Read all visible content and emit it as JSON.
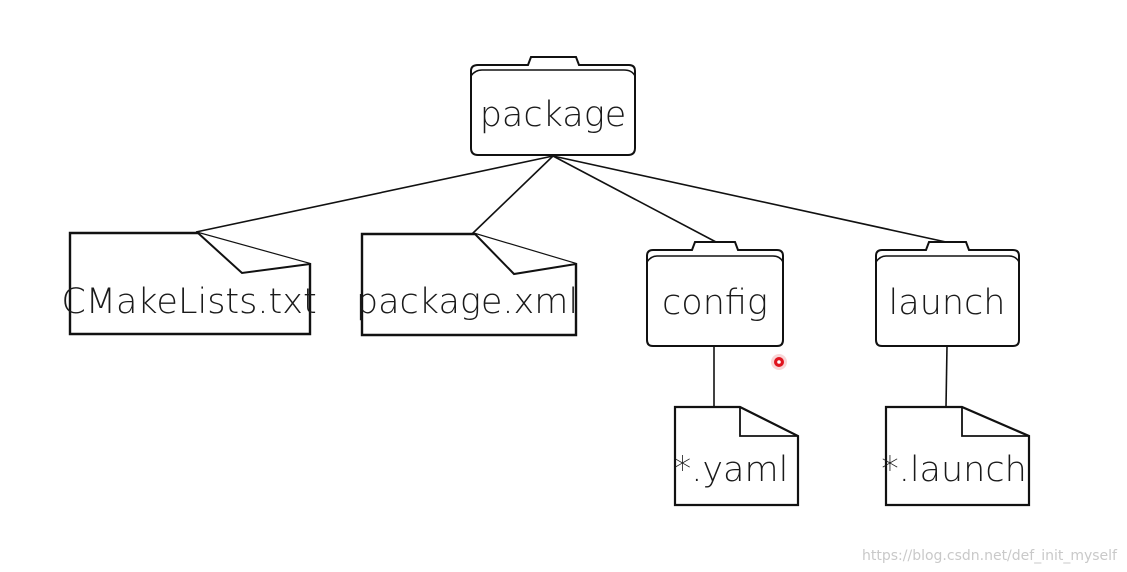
{
  "diagram": {
    "root": {
      "label": "package",
      "kind": "folder"
    },
    "children": [
      {
        "label": "CMakeLists.txt",
        "kind": "file"
      },
      {
        "label": "package.xml",
        "kind": "file"
      },
      {
        "label": "config",
        "kind": "folder",
        "children": [
          {
            "label": "*.yaml",
            "kind": "file"
          }
        ]
      },
      {
        "label": "launch",
        "kind": "folder",
        "children": [
          {
            "label": "*.launch",
            "kind": "file"
          }
        ]
      }
    ]
  },
  "cursor": {
    "color": "#e0141e"
  },
  "watermark": "https://blog.csdn.net/def_init_myself"
}
